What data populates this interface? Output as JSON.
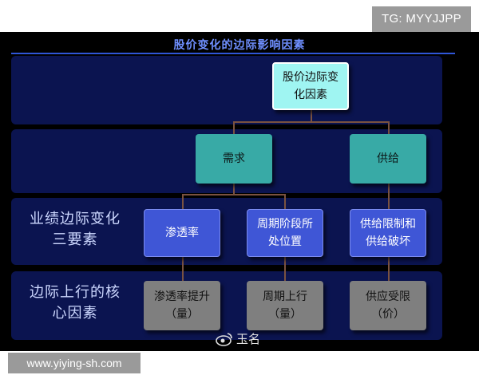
{
  "badge_top": "TG: MYYJJPP",
  "badge_bottom": "www.yiying-sh.com",
  "watermark": "玉名",
  "diagram": {
    "title": "股价变化的边际影响因素",
    "root": {
      "line1": "股价边际变",
      "line2": "化因素"
    },
    "level2": {
      "demand": "需求",
      "supply": "供给"
    },
    "row3_label": {
      "line1": "业绩边际变化",
      "line2": "三要素"
    },
    "row3": [
      {
        "line1": "渗透率",
        "line2": ""
      },
      {
        "line1": "周期阶段所",
        "line2": "处位置"
      },
      {
        "line1": "供给限制和",
        "line2": "供给破坏"
      }
    ],
    "row4_label": {
      "line1": "边际上行的核",
      "line2": "心因素"
    },
    "row4": [
      {
        "line1": "渗透率提升",
        "line2": "（量）"
      },
      {
        "line1": "周期上行",
        "line2": "（量）"
      },
      {
        "line1": "供应受限",
        "line2": "（价）"
      }
    ]
  },
  "colors": {
    "background": "#000000",
    "band": "#0b1450",
    "title": "#6f8fff",
    "root_box": "#9ff5f2",
    "level2_box": "#38aaa6",
    "row3_box": "#3f56d6",
    "row4_box": "#7f7f7f",
    "connector": "#7a5240"
  }
}
